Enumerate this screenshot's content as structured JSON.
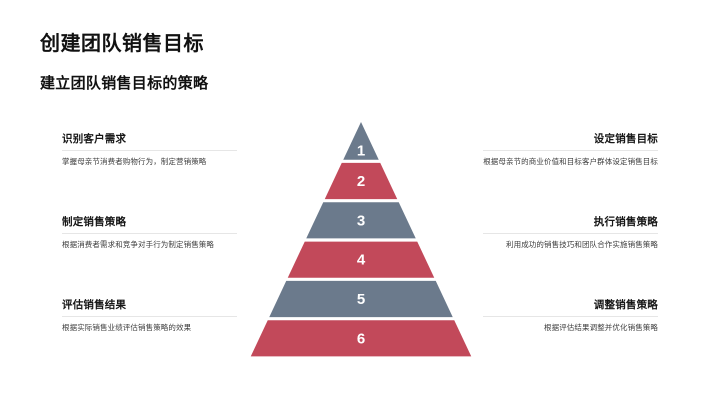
{
  "slide": {
    "title": "创建团队销售目标",
    "subtitle": "建立团队销售目标的策略",
    "background_color": "#ffffff"
  },
  "colors": {
    "slate": "#6b7a8c",
    "red": "#c2495a",
    "divider": "#e6e6e6",
    "heading_text": "#161616",
    "body_text": "#3d3d3d",
    "number_text": "#ffffff"
  },
  "left_column": [
    {
      "heading": "识别客户需求",
      "body": "掌握母亲节消费者购物行为，制定营销策略"
    },
    {
      "heading": "制定销售策略",
      "body": "根据消费者需求和竞争对手行为制定销售策略"
    },
    {
      "heading": "评估销售结果",
      "body": "根据实际销售业绩评估销售策略的效果"
    }
  ],
  "right_column": [
    {
      "heading": "设定销售目标",
      "body": "根据母亲节的商业价值和目标客户群体设定销售目标"
    },
    {
      "heading": "执行销售策略",
      "body": "利用成功的销售技巧和团队合作实施销售策略"
    },
    {
      "heading": "调整销售策略",
      "body": "根据评估结果调整并优化销售策略"
    }
  ],
  "chart_data": {
    "type": "pyramid",
    "title": "建立团队销售目标的策略",
    "levels": [
      {
        "label": "1",
        "color": "#6b7a8c"
      },
      {
        "label": "2",
        "color": "#c2495a"
      },
      {
        "label": "3",
        "color": "#6b7a8c"
      },
      {
        "label": "4",
        "color": "#c2495a"
      },
      {
        "label": "5",
        "color": "#6b7a8c"
      },
      {
        "label": "6",
        "color": "#c2495a"
      }
    ],
    "level_count": 6,
    "orientation": "apex-up",
    "legend": "none"
  }
}
